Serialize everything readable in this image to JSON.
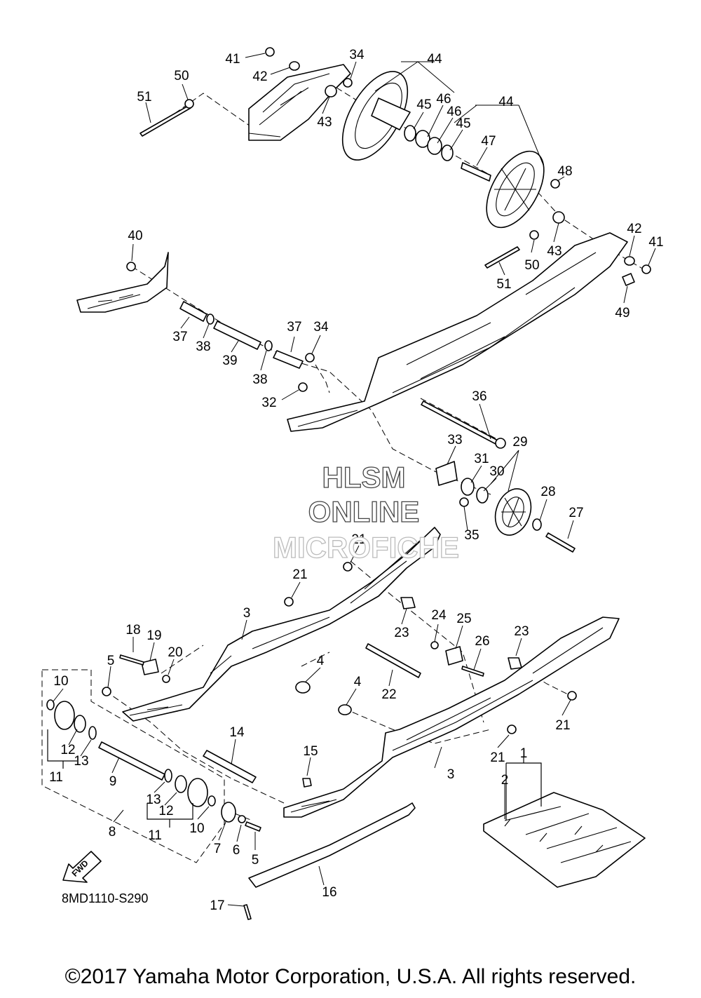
{
  "callouts": [
    "41",
    "42",
    "34",
    "44",
    "50",
    "51",
    "43",
    "45",
    "46",
    "46",
    "44",
    "45",
    "47",
    "48",
    "40",
    "42",
    "41",
    "43",
    "50",
    "51",
    "49",
    "37",
    "38",
    "39",
    "38",
    "37",
    "34",
    "32",
    "36",
    "33",
    "29",
    "31",
    "30",
    "28",
    "27",
    "35",
    "21",
    "21",
    "3",
    "18",
    "19",
    "20",
    "23",
    "24",
    "25",
    "26",
    "23",
    "5",
    "4",
    "10",
    "4",
    "22",
    "21",
    "14",
    "12",
    "13",
    "11",
    "9",
    "15",
    "21",
    "3",
    "1",
    "2",
    "13",
    "12",
    "11",
    "10",
    "7",
    "6",
    "5",
    "8",
    "16",
    "17"
  ],
  "watermark": {
    "line1": "HLSM",
    "line2": "ONLINE",
    "line3": "MICROFICHE"
  },
  "fwd_label": "FWD",
  "diagram_code": "8MD1110-S290",
  "copyright": "©2017 Yamaha Motor Corporation, U.S.A. All rights reserved."
}
